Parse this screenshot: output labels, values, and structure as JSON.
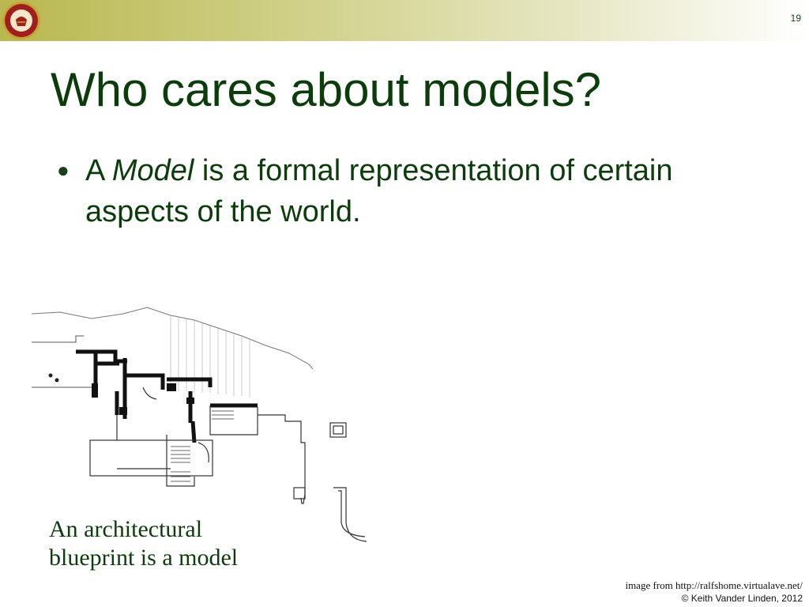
{
  "slide": {
    "number": "19",
    "title": "Who cares about models?",
    "bullet": {
      "prefix": "A ",
      "emphasis": "Model",
      "rest": " is a formal representation of certain aspects of the world."
    },
    "caption": {
      "line1": "An architectural",
      "line2": "blueprint is a model"
    },
    "credit": {
      "source": "image from http://ralfshome.virtualave.net/",
      "copyright": "© Keith Vander Linden, 2012"
    }
  },
  "colors": {
    "title": "#0b3d0b",
    "header_gradient_start": "#b9b84f",
    "logo_red": "#a01e1e",
    "logo_gold": "#c8a436"
  },
  "icons": {
    "logo": "university-seal-icon",
    "bullet": "bullet-dot-icon"
  }
}
